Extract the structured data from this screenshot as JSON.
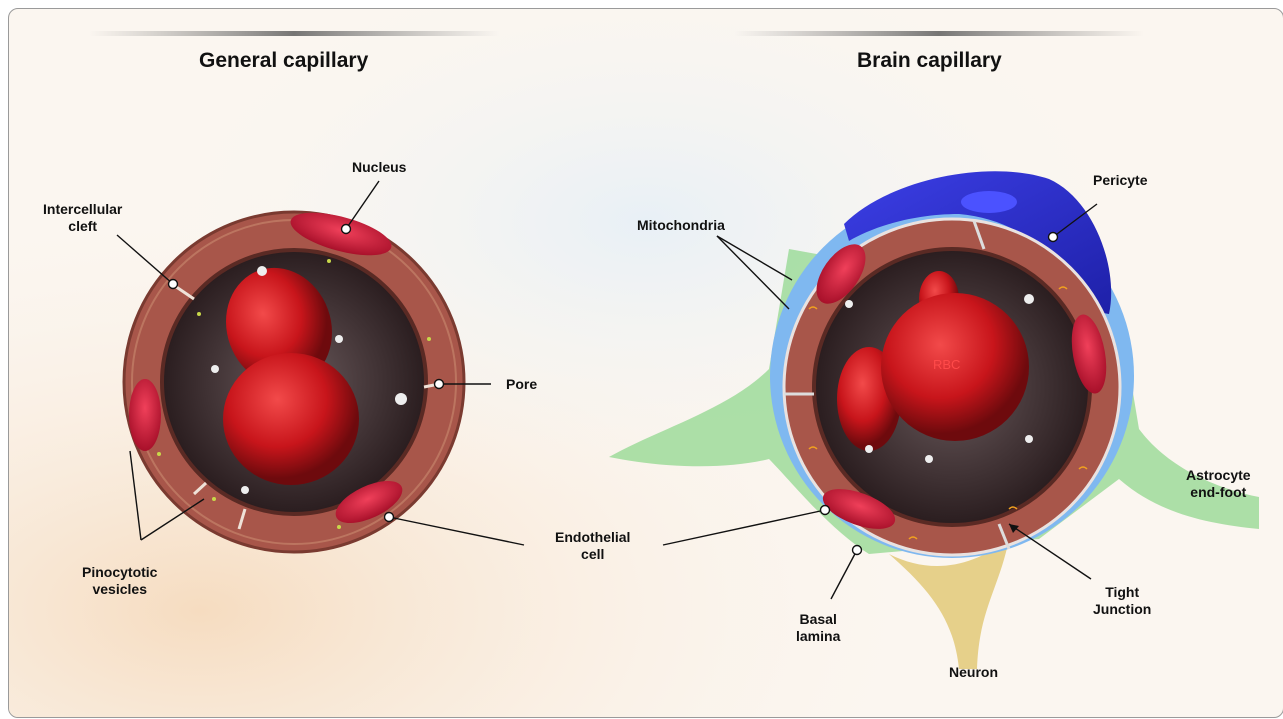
{
  "titles": {
    "left": "General capillary",
    "right": "Brain capillary"
  },
  "left_labels": {
    "nucleus": "Nucleus",
    "intercellular_cleft": [
      "Intercellular",
      "cleft"
    ],
    "pore": "Pore",
    "pinocytotic_vesicles": [
      "Pinocytotic",
      "vesicles"
    ]
  },
  "center_labels": {
    "endothelial_cell": [
      "Endothelial",
      "cell"
    ]
  },
  "right_labels": {
    "mitochondria": "Mitochondria",
    "pericyte": "Pericyte",
    "rbc": "RBC",
    "astrocyte_end_foot": [
      "Astrocyte",
      "end-foot"
    ],
    "tight_junction": [
      "Tight",
      "Junction"
    ],
    "basal_lamina": [
      "Basal",
      "lamina"
    ],
    "neuron": "Neuron"
  },
  "colors": {
    "cell_wall": "#a8564a",
    "lumen": "#3a2a2c",
    "rbc": "#c8151b",
    "pericyte": "#2b2fd4",
    "basal_lamina": "#7fb8f0",
    "astrocyte": "#9edb9a",
    "neuron": "#e6d08a"
  }
}
